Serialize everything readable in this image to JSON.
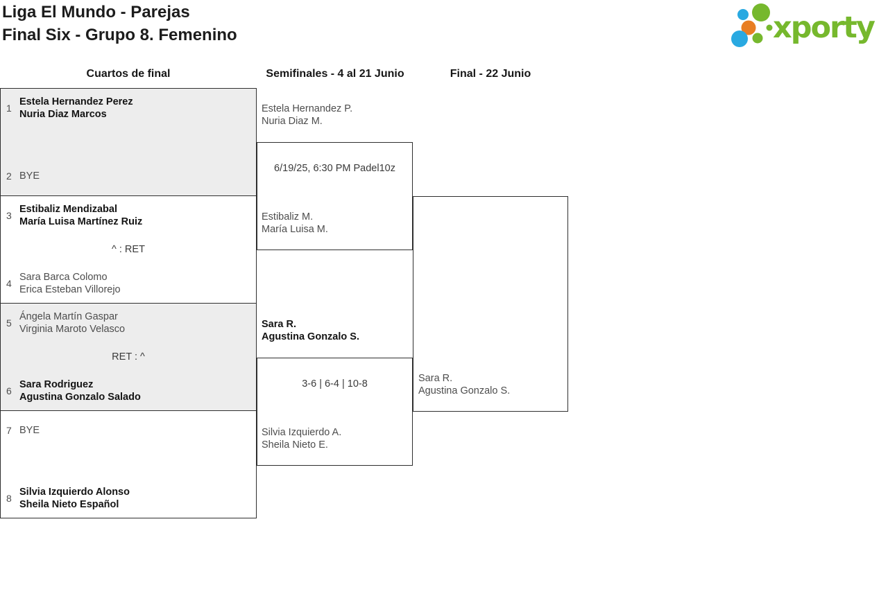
{
  "app": {
    "title_line1": "Liga El Mundo - Parejas",
    "title_line2": "Final Six - Grupo 8. Femenino"
  },
  "logo": {
    "text": "xporty"
  },
  "round_headers": {
    "quarterfinals": "Cuartos de final",
    "semifinals": "Semifinales - 4 al 21 Junio",
    "final": "Final - 22 Junio"
  },
  "quarterfinals": {
    "match1": {
      "seed_top": "1",
      "top_player1": "Estela Hernandez Perez",
      "top_player2": "Nuria Diaz Marcos",
      "seed_bottom": "2",
      "bottom_player1": "BYE"
    },
    "match2": {
      "seed_top": "3",
      "top_player1": "Estibaliz Mendizabal",
      "top_player2": "María Luisa Martínez Ruiz",
      "result": "^ : RET",
      "seed_bottom": "4",
      "bottom_player1": "Sara Barca Colomo",
      "bottom_player2": "Erica Esteban Villorejo"
    },
    "match3": {
      "seed_top": "5",
      "top_player1": "Ángela Martín Gaspar",
      "top_player2": "Virginia Maroto Velasco",
      "result": "RET : ^",
      "seed_bottom": "6",
      "bottom_player1": "Sara Rodriguez",
      "bottom_player2": "Agustina Gonzalo Salado"
    },
    "match4": {
      "seed_top": "7",
      "top_player1": "BYE",
      "seed_bottom": "8",
      "bottom_player1": "Silvia Izquierdo Alonso",
      "bottom_player2": "Sheila Nieto Español"
    }
  },
  "semifinals": {
    "match1": {
      "top_player1": "Estela Hernandez P.",
      "top_player2": "Nuria Diaz M.",
      "schedule": "6/19/25, 6:30 PM Padel10z",
      "bottom_player1": "Estibaliz M.",
      "bottom_player2": "María Luisa M."
    },
    "match2": {
      "top_player1": "Sara R.",
      "top_player2": "Agustina Gonzalo S.",
      "score": "3-6 | 6-4 | 10-8",
      "bottom_player1": "Silvia Izquierdo A.",
      "bottom_player2": "Sheila Nieto E."
    }
  },
  "final": {
    "bottom_player1": "Sara R.",
    "bottom_player2": "Agustina Gonzalo S."
  },
  "colors": {
    "accent_green": "#76b82d",
    "accent_blue": "#29a9e1",
    "accent_orange": "#e87e23",
    "box_gray": "#ededed",
    "border": "#2e2e2e",
    "text_primary": "#141414",
    "text_secondary": "#4d4d4d"
  }
}
